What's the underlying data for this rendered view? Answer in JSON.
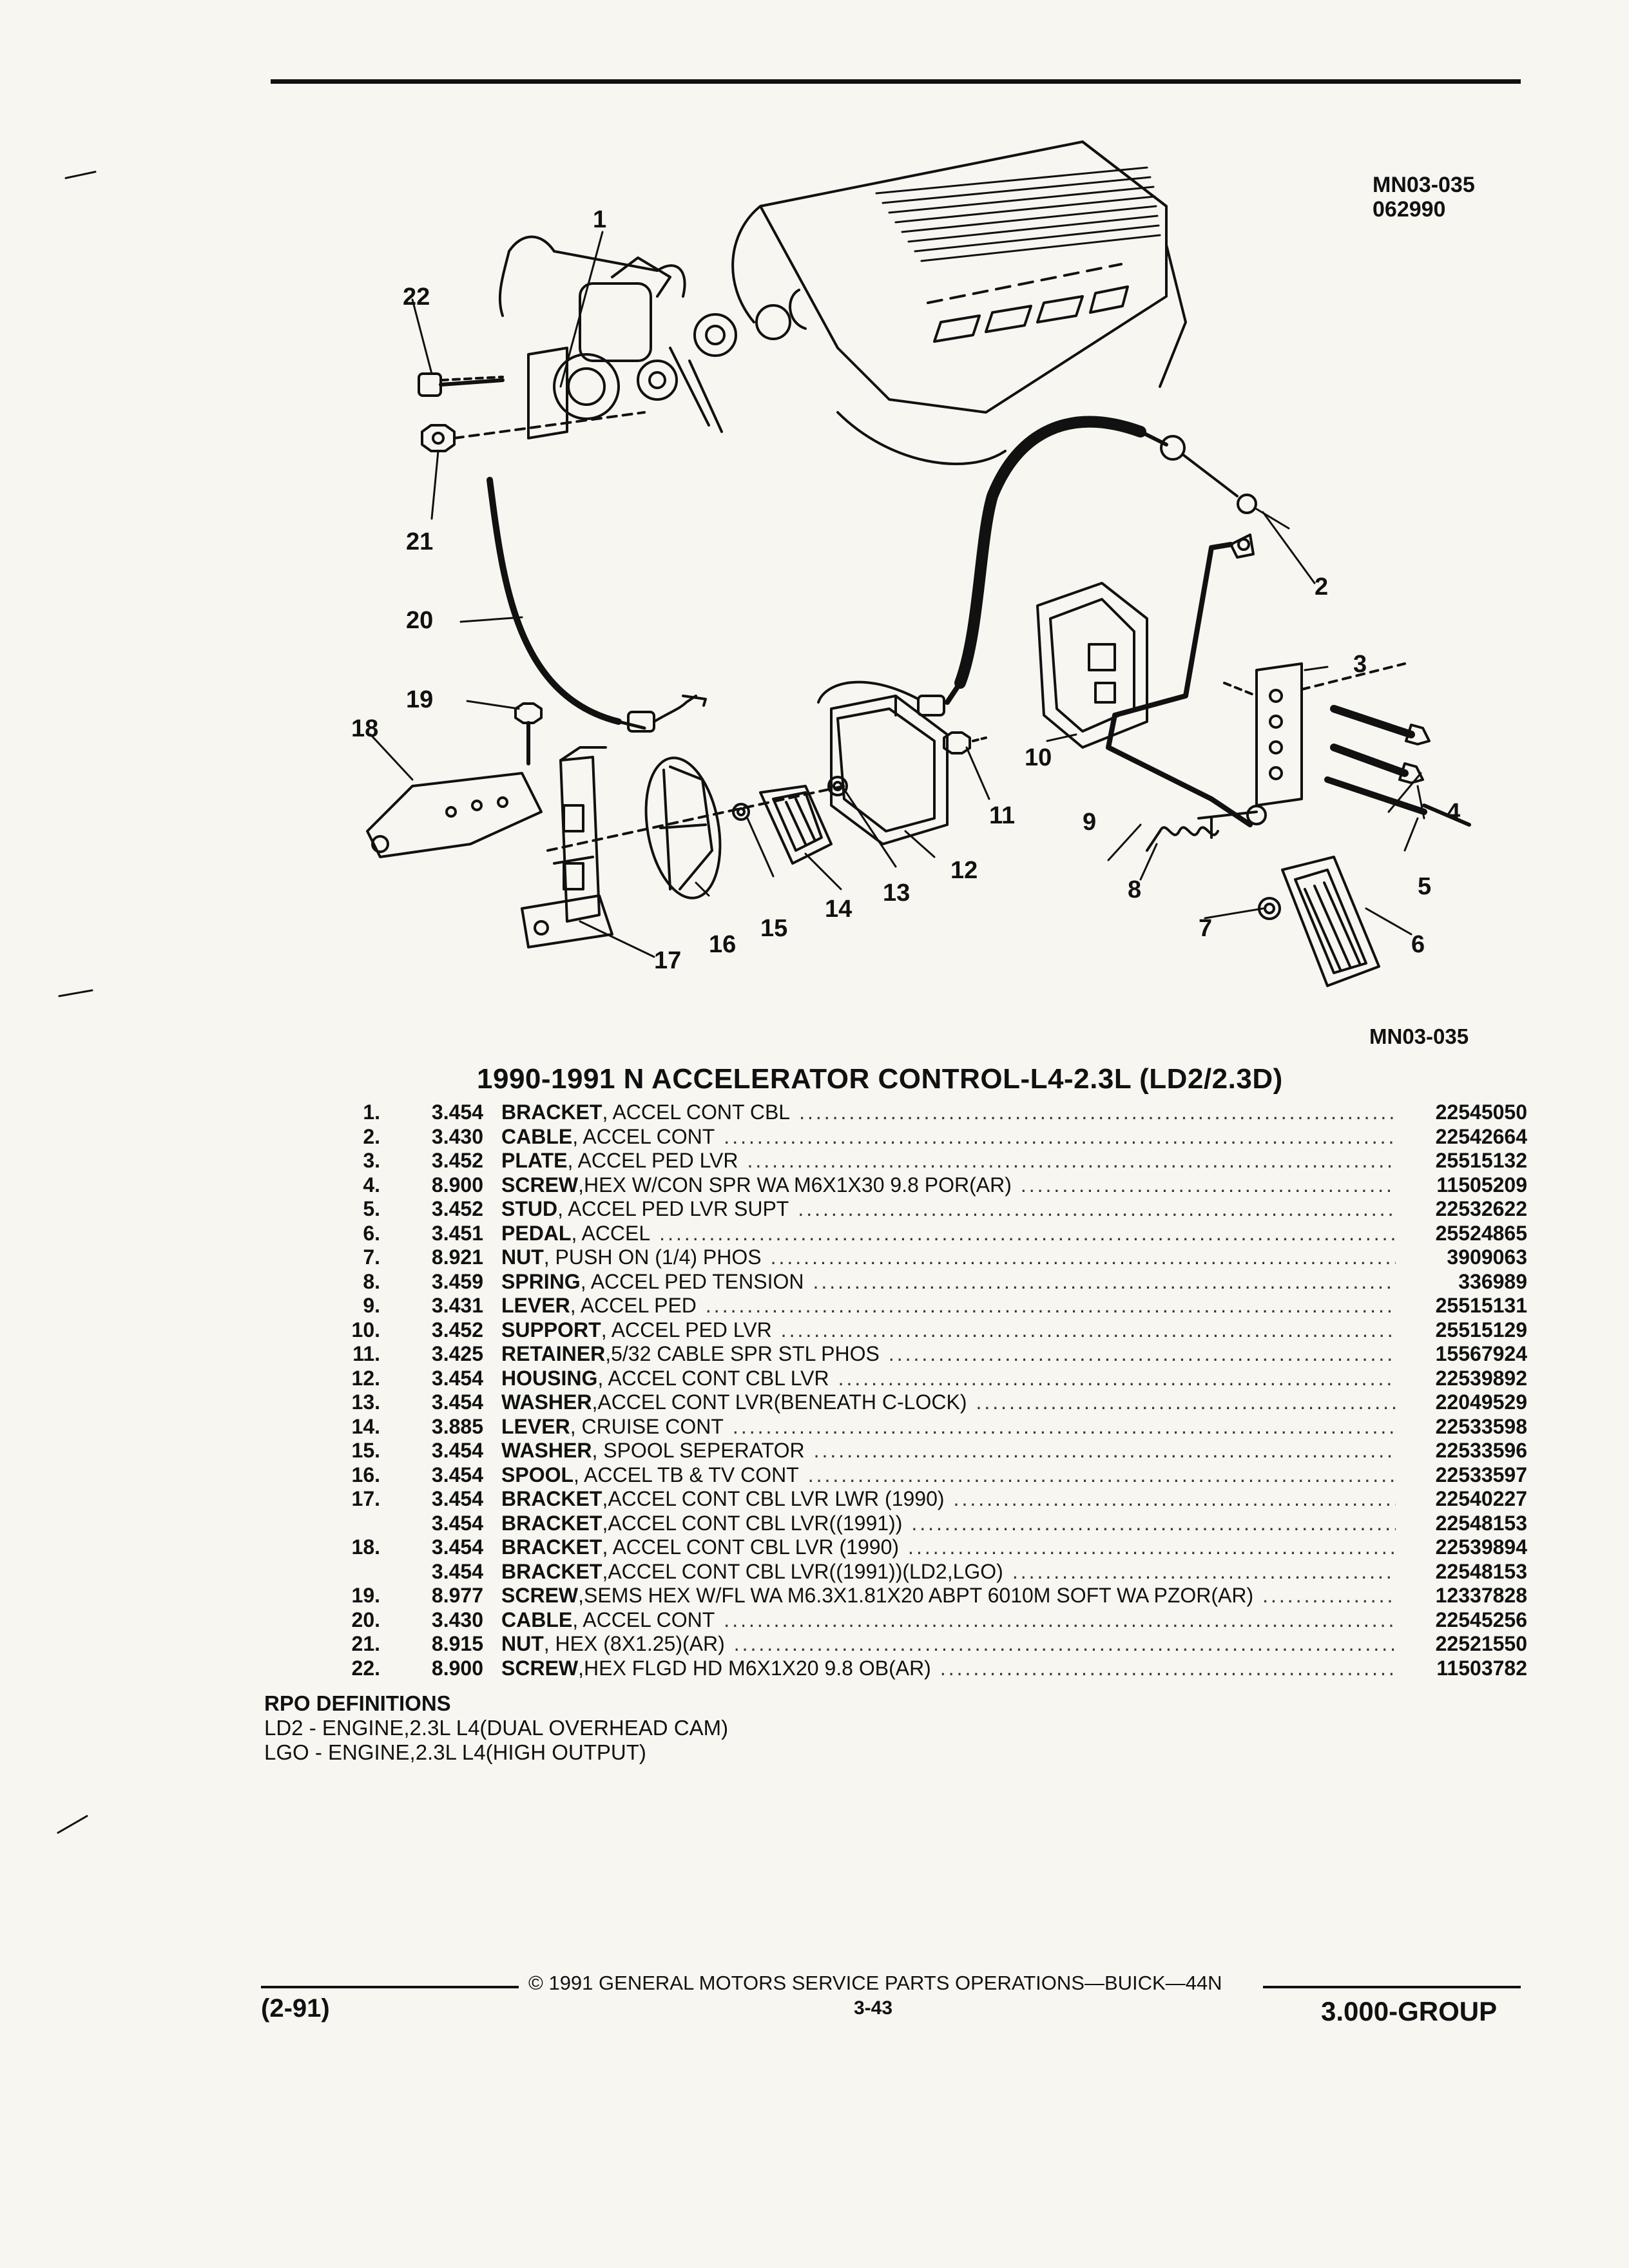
{
  "header": {
    "diagram_code": "MN03-035",
    "diagram_date": "062990"
  },
  "callouts": [
    "1",
    "2",
    "3",
    "4",
    "5",
    "6",
    "7",
    "8",
    "9",
    "10",
    "11",
    "12",
    "13",
    "14",
    "15",
    "16",
    "17",
    "18",
    "19",
    "20",
    "21",
    "22"
  ],
  "diagram_footer_code": "MN03-035",
  "list_title": "1990-1991 N ACCELERATOR CONTROL-L4-2.3L (LD2/2.3D)",
  "parts": [
    {
      "num": "1.",
      "group": "3.454",
      "name": "BRACKET",
      "desc": ", ACCEL CONT CBL",
      "part": "22545050"
    },
    {
      "num": "2.",
      "group": "3.430",
      "name": "CABLE",
      "desc": ", ACCEL CONT",
      "part": "22542664"
    },
    {
      "num": "3.",
      "group": "3.452",
      "name": "PLATE",
      "desc": ", ACCEL PED LVR",
      "part": "25515132"
    },
    {
      "num": "4.",
      "group": "8.900",
      "name": "SCREW",
      "desc": ",HEX W/CON SPR WA M6X1X30 9.8 POR(AR)",
      "part": "11505209"
    },
    {
      "num": "5.",
      "group": "3.452",
      "name": "STUD",
      "desc": ", ACCEL PED LVR SUPT",
      "part": "22532622"
    },
    {
      "num": "6.",
      "group": "3.451",
      "name": "PEDAL",
      "desc": ", ACCEL",
      "part": "25524865"
    },
    {
      "num": "7.",
      "group": "8.921",
      "name": "NUT",
      "desc": ", PUSH ON (1/4) PHOS",
      "part": "3909063"
    },
    {
      "num": "8.",
      "group": "3.459",
      "name": "SPRING",
      "desc": ", ACCEL PED TENSION",
      "part": "336989"
    },
    {
      "num": "9.",
      "group": "3.431",
      "name": "LEVER",
      "desc": ", ACCEL PED",
      "part": "25515131"
    },
    {
      "num": "10.",
      "group": "3.452",
      "name": "SUPPORT",
      "desc": ", ACCEL PED LVR",
      "part": "25515129"
    },
    {
      "num": "11.",
      "group": "3.425",
      "name": "RETAINER",
      "desc": ",5/32 CABLE SPR STL PHOS",
      "part": "15567924"
    },
    {
      "num": "12.",
      "group": "3.454",
      "name": "HOUSING",
      "desc": ", ACCEL CONT CBL LVR",
      "part": "22539892"
    },
    {
      "num": "13.",
      "group": "3.454",
      "name": "WASHER",
      "desc": ",ACCEL CONT LVR(BENEATH C-LOCK)",
      "part": "22049529"
    },
    {
      "num": "14.",
      "group": "3.885",
      "name": "LEVER",
      "desc": ", CRUISE CONT",
      "part": "22533598"
    },
    {
      "num": "15.",
      "group": "3.454",
      "name": "WASHER",
      "desc": ", SPOOL SEPERATOR",
      "part": "22533596"
    },
    {
      "num": "16.",
      "group": "3.454",
      "name": "SPOOL",
      "desc": ", ACCEL TB & TV CONT",
      "part": "22533597"
    },
    {
      "num": "17.",
      "group": "3.454",
      "name": "BRACKET",
      "desc": ",ACCEL CONT CBL LVR LWR (1990)",
      "part": "22540227"
    },
    {
      "num": "",
      "group": "3.454",
      "name": "BRACKET",
      "desc": ",ACCEL CONT CBL LVR((1991))",
      "part": "22548153"
    },
    {
      "num": "18.",
      "group": "3.454",
      "name": "BRACKET",
      "desc": ", ACCEL CONT CBL LVR (1990)",
      "part": "22539894"
    },
    {
      "num": "",
      "group": "3.454",
      "name": "BRACKET",
      "desc": ",ACCEL CONT CBL LVR((1991))(LD2,LGO)",
      "part": "22548153"
    },
    {
      "num": "19.",
      "group": "8.977",
      "name": "SCREW",
      "desc": ",SEMS HEX W/FL WA M6.3X1.81X20 ABPT 6010M SOFT WA PZOR(AR)",
      "part": "12337828"
    },
    {
      "num": "20.",
      "group": "3.430",
      "name": "CABLE",
      "desc": ", ACCEL CONT",
      "part": "22545256"
    },
    {
      "num": "21.",
      "group": "8.915",
      "name": "NUT",
      "desc": ", HEX (8X1.25)(AR)",
      "part": "22521550"
    },
    {
      "num": "22.",
      "group": "8.900",
      "name": "SCREW",
      "desc": ",HEX FLGD HD M6X1X20 9.8 OB(AR)",
      "part": "11503782"
    }
  ],
  "rpo": {
    "heading": "RPO DEFINITIONS",
    "items": [
      "LD2 - ENGINE,2.3L L4(DUAL OVERHEAD CAM)",
      "LGO - ENGINE,2.3L L4(HIGH OUTPUT)"
    ]
  },
  "footer": {
    "revision": "(2-91)",
    "copyright": "© 1991 GENERAL MOTORS SERVICE PARTS OPERATIONS—BUICK—44N",
    "page": "3-43",
    "group": "3.000-GROUP"
  }
}
